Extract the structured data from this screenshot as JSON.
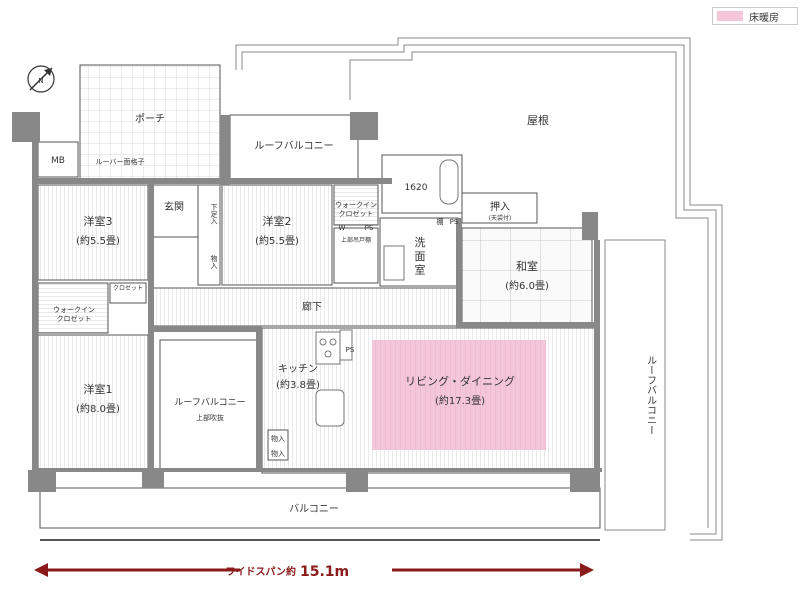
{
  "legend": {
    "label": "床暖房",
    "color": "#f4c6da"
  },
  "span": {
    "prefix": "ワイドスパン約",
    "value": "15.1m",
    "color": "#8b1a1a"
  },
  "compass": {
    "label": "N"
  },
  "rooms": {
    "porch": "ポーチ",
    "louver": "ルーバー面格子",
    "mb": "MB",
    "entrance": "玄関",
    "shoebox": "下足入",
    "storage1": "物入",
    "roof_balcony_top": "ルーフバルコニー",
    "walkin2": "ウォークイン\nクロゼット",
    "walkin3": "ウォークイン\nクロゼット",
    "closet": "クロゼット",
    "bed3_name": "洋室3",
    "bed3_size": "(約5.5畳)",
    "bed2_name": "洋室2",
    "bed2_size": "(約5.5畳)",
    "bed1_name": "洋室1",
    "bed1_size": "(約8.0畳)",
    "linen": "上部吊戸棚",
    "ps1": "PS",
    "ps2": "PS",
    "ps3": "PS",
    "wash_mark1": "W",
    "laundry_label": "棚",
    "washroom": "洗\n面\n室",
    "bath_size": "1620",
    "oshiire": "押入",
    "oshiire_sub": "(天袋付)",
    "washitsu_name": "和室",
    "washitsu_size": "(約6.0畳)",
    "hallway": "廊下",
    "kitchen_name": "キッチン",
    "kitchen_size": "(約3.8畳)",
    "living_name": "リビング・ダイニング",
    "living_size": "(約17.3畳)",
    "roof_balcony_mid": "ルーフバルコニー",
    "roof_balcony_mid_sub": "上部吹抜",
    "storage2": "物入",
    "storage3": "物入",
    "balcony": "バルコニー",
    "roof": "屋根",
    "roof_balcony_right": "ルーフバルコニー"
  }
}
